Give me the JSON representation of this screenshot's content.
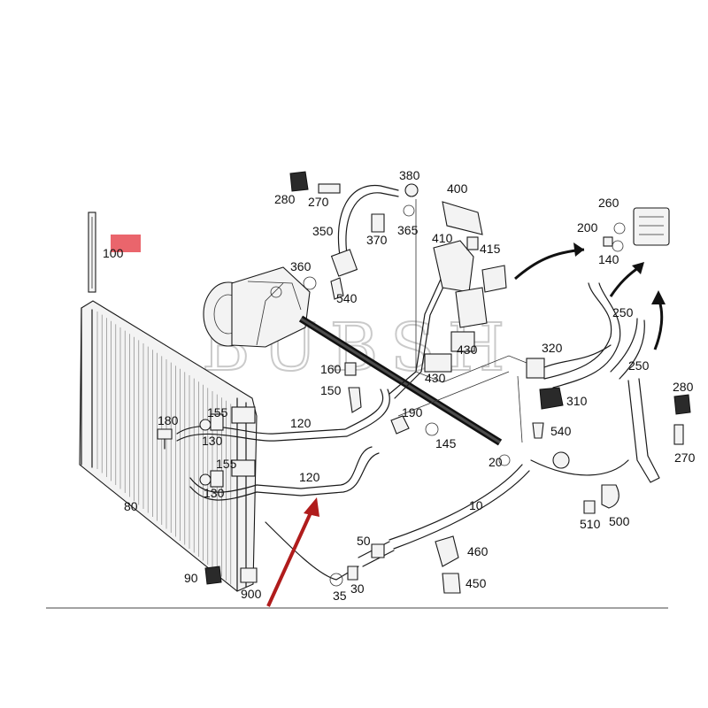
{
  "diagram": {
    "part_numbers": {
      "p10": "10",
      "p20": "20",
      "p30": "30",
      "p35": "35",
      "p50": "50",
      "p80": "80",
      "p90": "90",
      "p100": "100",
      "p120a": "120",
      "p120b": "120",
      "p130a": "130",
      "p130b": "130",
      "p140": "140",
      "p145": "145",
      "p150": "150",
      "p155a": "155",
      "p155b": "155",
      "p160": "160",
      "p180": "180",
      "p190": "190",
      "p200": "200",
      "p250a": "250",
      "p250b": "250",
      "p260": "260",
      "p270a": "270",
      "p270b": "270",
      "p280a": "280",
      "p280b": "280",
      "p310": "310",
      "p320": "320",
      "p350": "350",
      "p360": "360",
      "p365": "365",
      "p370": "370",
      "p380": "380",
      "p400": "400",
      "p410": "410",
      "p415": "415",
      "p430a": "430",
      "p430b": "430",
      "p450": "450",
      "p460": "460",
      "p500": "500",
      "p510": "510",
      "p540a": "540",
      "p540b": "540",
      "p900": "900"
    },
    "watermark": "BUBSH",
    "highlight_color": "#e8545c",
    "arrow_color": "#b01c1c",
    "footer_rule": true
  }
}
